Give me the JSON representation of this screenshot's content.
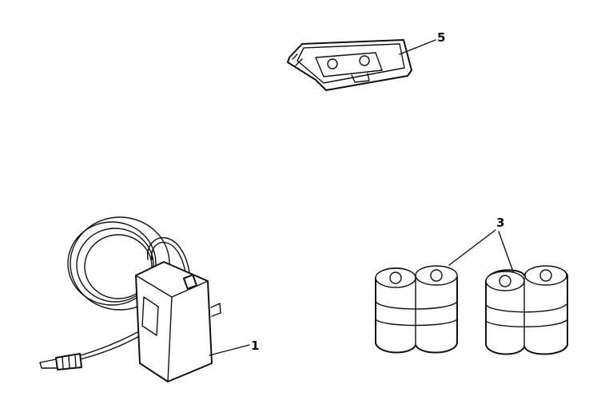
{
  "callouts": {
    "adapter": "1",
    "batteries": "3",
    "cassette": "5"
  },
  "parts": {
    "adapter_icon": "ac-adapter-icon",
    "battery_icon": "battery-pack-icon",
    "cassette_icon": "cassette-icon"
  },
  "colors": {
    "ink": "#111111",
    "paper": "#ffffff"
  }
}
